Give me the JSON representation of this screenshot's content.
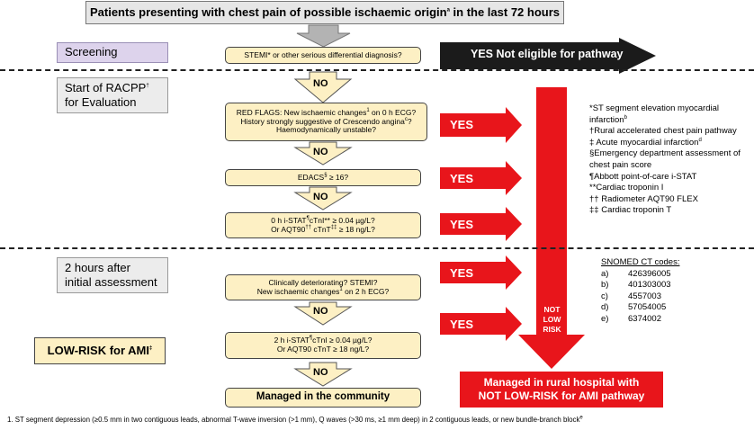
{
  "title": {
    "pre": "Patients presenting with chest pain of possible ischaemic origin",
    "sup": "a",
    "post": " in the last 72 hours"
  },
  "stages": {
    "screening": "Screening",
    "start_line1": "Start of RACPP",
    "start_sup": "†",
    "start_line2": "for Evaluation",
    "two_hours_line1": "2 hours after",
    "two_hours_line2": "initial assessment",
    "low_risk": "LOW-RISK for AMI",
    "low_risk_sup": "‡"
  },
  "boxes": {
    "stemi": "STEMI* or other serious differential diagnosis?",
    "red_flags_l1a": "RED FLAGS: New ischaemic changes",
    "red_flags_l1sup": "1",
    "red_flags_l1b": " on 0 h ECG?",
    "red_flags_l2a": "History strongly suggestive of Crescendo angina",
    "red_flags_l2sup": "c",
    "red_flags_l2b": "?",
    "red_flags_l3": "Haemodynamically unstable?",
    "edacs_a": "EDACS",
    "edacs_sup": "§",
    "edacs_b": " ≥ 16?",
    "istat0_l1a": "0 h i-STAT",
    "istat0_l1sup": "¶",
    "istat0_l1b": "cTnI** ≥ 0.04 µg/L?",
    "istat0_l2a": "Or AQT90",
    "istat0_l2sup": "††",
    "istat0_l2b": " cTnT",
    "istat0_l2sup2": "‡‡",
    "istat0_l2c": " ≥ 18 ng/L?",
    "clin_l1": "Clinically deteriorating? STEMI?",
    "clin_l2a": "New ischaemic changes",
    "clin_l2sup": "1",
    "clin_l2b": " on 2 h ECG?",
    "istat2_l1a": "2 h i-STAT",
    "istat2_l1sup": "¶",
    "istat2_l1b": "cTnI ≥ 0.04 µg/L?",
    "istat2_l2": "Or AQT90 cTnT ≥ 18 ng/L?",
    "managed_community": "Managed in the community"
  },
  "arrows": {
    "yes_not_eligible": "YES  Not eligible for pathway",
    "yes": "YES",
    "no": "NO",
    "not_low_risk": [
      "NOT",
      "LOW",
      "RISK"
    ]
  },
  "rural_box": {
    "line1": "Managed in rural hospital with",
    "line2": "NOT LOW-RISK for AMI pathway"
  },
  "legend": [
    {
      "text": "*ST segment elevation myocardial"
    },
    {
      "text": "infarction",
      "sup": "b"
    },
    {
      "text": "†Rural accelerated chest pain pathway"
    },
    {
      "text": "‡ Acute myocardial infarction",
      "sup": "d"
    },
    {
      "text": "§Emergency department assessment of"
    },
    {
      "text": "chest pain score"
    },
    {
      "text": "¶Abbott point-of-care i-STAT"
    },
    {
      "text": "**Cardiac troponin I"
    },
    {
      "text": "†† Radiometer AQT90 FLEX"
    },
    {
      "text": "‡‡ Cardiac troponin T"
    }
  ],
  "snomed": {
    "heading": "SNOMED CT codes:",
    "rows": [
      {
        "key": "a)",
        "code": "426396005"
      },
      {
        "key": "b)",
        "code": "401303003"
      },
      {
        "key": "c)",
        "code": "4557003"
      },
      {
        "key": "d)",
        "code": "57054005"
      },
      {
        "key": "e)",
        "code": "6374002"
      }
    ]
  },
  "footnote": {
    "text": "1. ST segment depression (≥0.5 mm in two contiguous leads, abnormal T-wave inversion (>1 mm), Q waves (>30 ms, ≥1 mm deep) in 2 contiguous leads, or new bundle-branch block",
    "sup": "e"
  },
  "colors": {
    "red": "#e8151b",
    "cream": "#fdf0c4",
    "grey_arrow": "#b3b3b3",
    "dark": "#1b1b1b"
  }
}
